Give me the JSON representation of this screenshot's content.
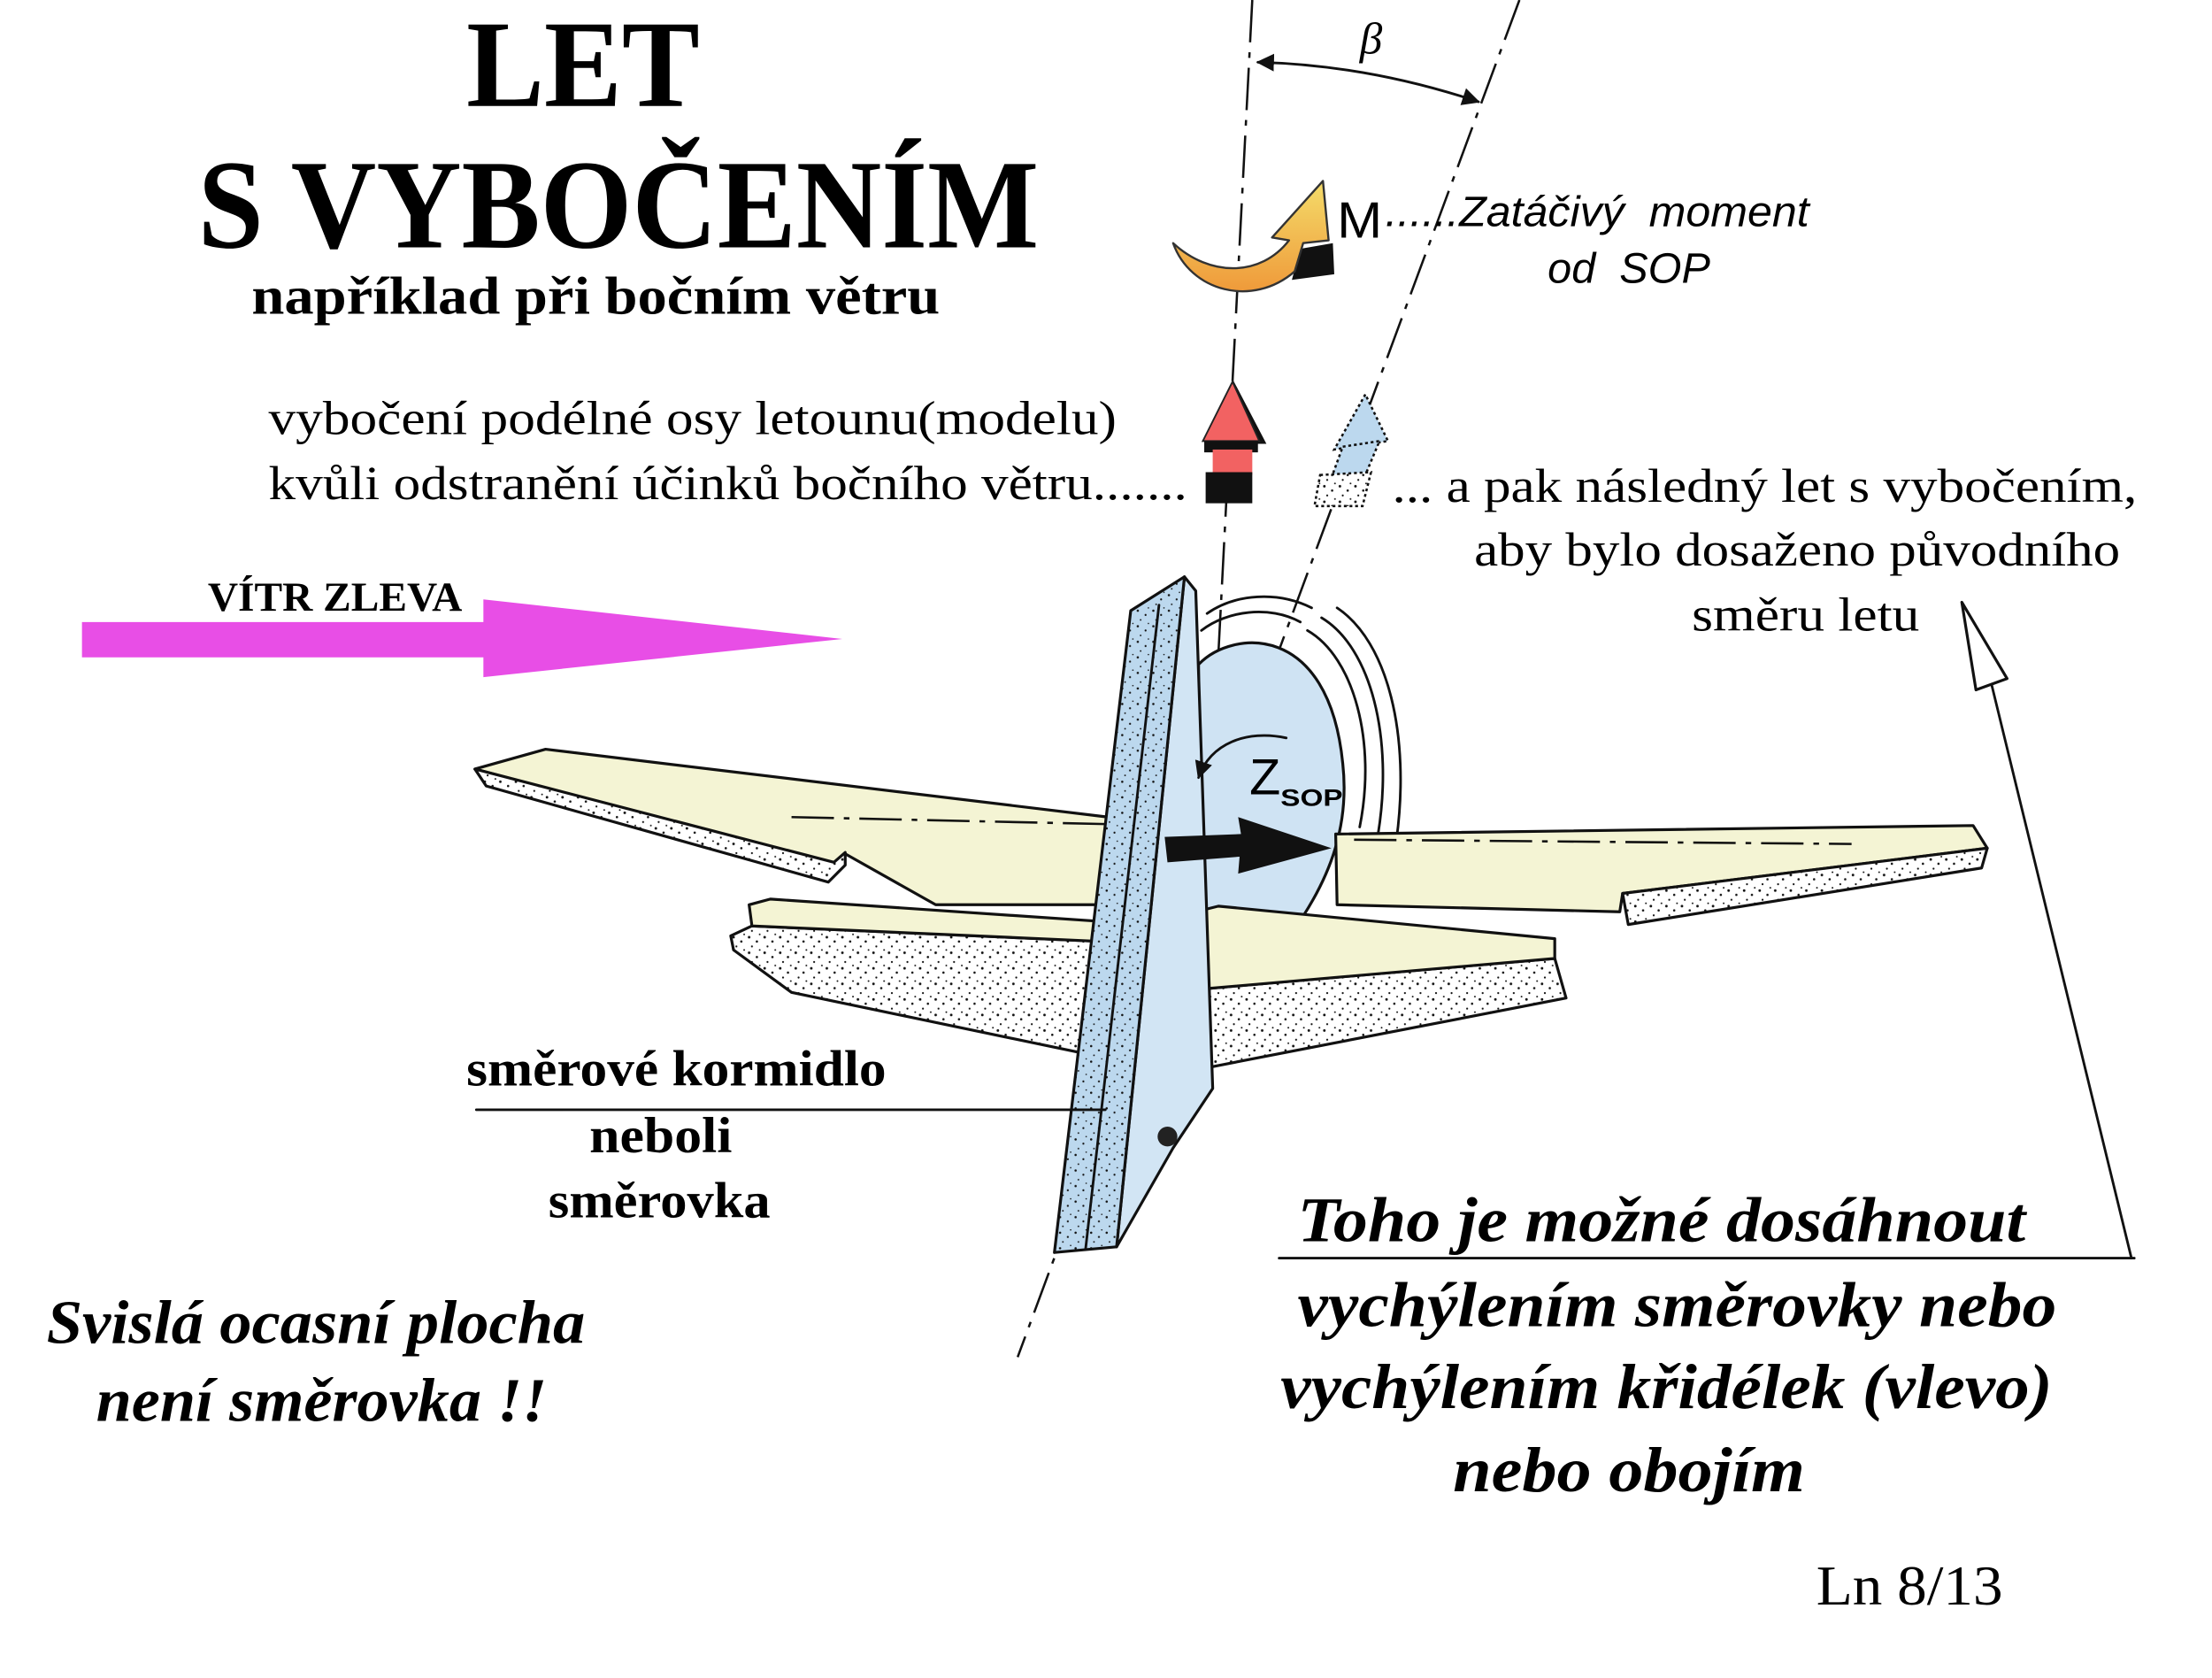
{
  "title": {
    "line1": "LET",
    "line2": "S VYBOČENÍM",
    "subtitle": "například při bočním větru"
  },
  "wind": {
    "label": "VÍTR ZLEVA"
  },
  "angle_symbol": "β",
  "moment": {
    "symbol": "M",
    "label_line1": "......Zatáčivý  moment",
    "label_line2": "od  SOP"
  },
  "yaw_reason": {
    "line1": "vybočení podélné osy letounu(modelu)",
    "line2": "kvůli odstranění účinků bočního větru......."
  },
  "yaw_flight": {
    "line1": "... a pak následný let s vybočením,",
    "line2": "aby bylo dosaženo původního",
    "line3": "směru letu"
  },
  "fin_force": {
    "symbol": "Z",
    "subscript": "SOP"
  },
  "rudder_label": {
    "line1": "směrové kormidlo",
    "line2": "neboli",
    "line3": "směrovka"
  },
  "fin_note": {
    "line1": "Svislá ocasní plocha",
    "line2": "není směrovka !!"
  },
  "method": {
    "line1": "Toho je možné dosáhnout",
    "line2": "vychýlením směrovky nebo",
    "line3": "vychýlením křidélek (vlevo)",
    "line4": "nebo obojím"
  },
  "page_number": "Ln 8/13",
  "colors": {
    "wind_arrow": "#e84ee6",
    "original_direction_arrow": "#f26262",
    "yawed_direction_arrow": "#bcd8ee",
    "wing_top": "#f4f4d4",
    "fin": "#bcd8ee",
    "fin_side": "#d2e5f4",
    "fuselage": "#cfe3f3",
    "moment_arrow_light": "#f4dc6a",
    "moment_arrow_dark": "#ef9a3a"
  }
}
